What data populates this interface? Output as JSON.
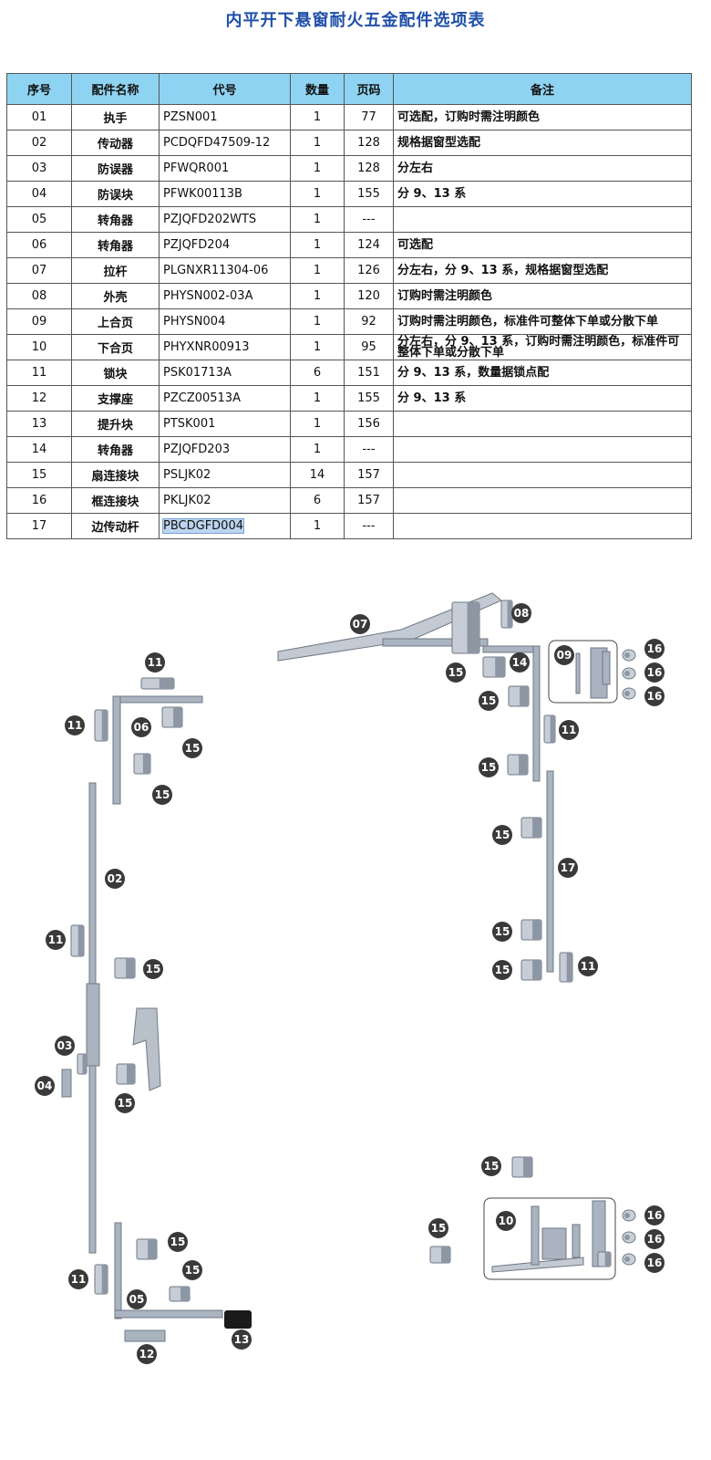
{
  "title": "内平开下悬窗耐火五金配件选项表",
  "table": {
    "headers": [
      "序号",
      "配件名称",
      "代号",
      "数量",
      "页码",
      "备注"
    ],
    "rows": [
      {
        "no": "01",
        "name": "执手",
        "code": "PZSN001",
        "qty": "1",
        "page": "77",
        "note": "可选配，订购时需注明颜色"
      },
      {
        "no": "02",
        "name": "传动器",
        "code": "PCDQFD47509-12",
        "qty": "1",
        "page": "128",
        "note": "规格据窗型选配"
      },
      {
        "no": "03",
        "name": "防误器",
        "code": "PFWQR001",
        "qty": "1",
        "page": "128",
        "note": "分左右"
      },
      {
        "no": "04",
        "name": "防误块",
        "code": "PFWK00113B",
        "qty": "1",
        "page": "155",
        "note": "分 9、13 系"
      },
      {
        "no": "05",
        "name": "转角器",
        "code": "PZJQFD202WTS",
        "qty": "1",
        "page": "---",
        "note": ""
      },
      {
        "no": "06",
        "name": "转角器",
        "code": "PZJQFD204",
        "qty": "1",
        "page": "124",
        "note": "可选配"
      },
      {
        "no": "07",
        "name": "拉杆",
        "code": "PLGNXR11304-06",
        "qty": "1",
        "page": "126",
        "note": "分左右，分 9、13 系，规格据窗型选配"
      },
      {
        "no": "08",
        "name": "外壳",
        "code": "PHYSN002-03A",
        "qty": "1",
        "page": "120",
        "note": "订购时需注明颜色"
      },
      {
        "no": "09",
        "name": "上合页",
        "code": "PHYSN004",
        "qty": "1",
        "page": "92",
        "note": "订购时需注明颜色，标准件可整体下单或分散下单"
      },
      {
        "no": "10",
        "name": "下合页",
        "code": "PHYXNR00913",
        "qty": "1",
        "page": "95",
        "note": "分左右，分 9、13 系，订购时需注明颜色，标准件可整体下单或分散下单"
      },
      {
        "no": "11",
        "name": "锁块",
        "code": "PSK01713A",
        "qty": "6",
        "page": "151",
        "note": "分 9、13 系，数量据锁点配"
      },
      {
        "no": "12",
        "name": "支撑座",
        "code": "PZCZ00513A",
        "qty": "1",
        "page": "155",
        "note": "分 9、13 系"
      },
      {
        "no": "13",
        "name": "提升块",
        "code": "PTSK001",
        "qty": "1",
        "page": "156",
        "note": ""
      },
      {
        "no": "14",
        "name": "转角器",
        "code": "PZJQFD203",
        "qty": "1",
        "page": "---",
        "note": ""
      },
      {
        "no": "15",
        "name": "扇连接块",
        "code": "PSLJK02",
        "qty": "14",
        "page": "157",
        "note": ""
      },
      {
        "no": "16",
        "name": "框连接块",
        "code": "PKLJK02",
        "qty": "6",
        "page": "157",
        "note": ""
      },
      {
        "no": "17",
        "name": "边传动杆",
        "code": "PBCDGFD004",
        "qty": "1",
        "page": "---",
        "note": "",
        "highlight": true
      }
    ]
  },
  "diagram": {
    "colors": {
      "metal": "#aab4c0",
      "metal_dark": "#6f7986",
      "badge": "#3a3a3a"
    },
    "callouts": [
      "11",
      "11",
      "06",
      "15",
      "15",
      "02",
      "11",
      "15",
      "03",
      "04",
      "15",
      "11",
      "15",
      "15",
      "05",
      "12",
      "13",
      "07",
      "08",
      "15",
      "14",
      "09",
      "16",
      "16",
      "16",
      "15",
      "11",
      "15",
      "15",
      "17",
      "15",
      "15",
      "11",
      "15",
      "15",
      "10",
      "16",
      "16",
      "16"
    ]
  }
}
